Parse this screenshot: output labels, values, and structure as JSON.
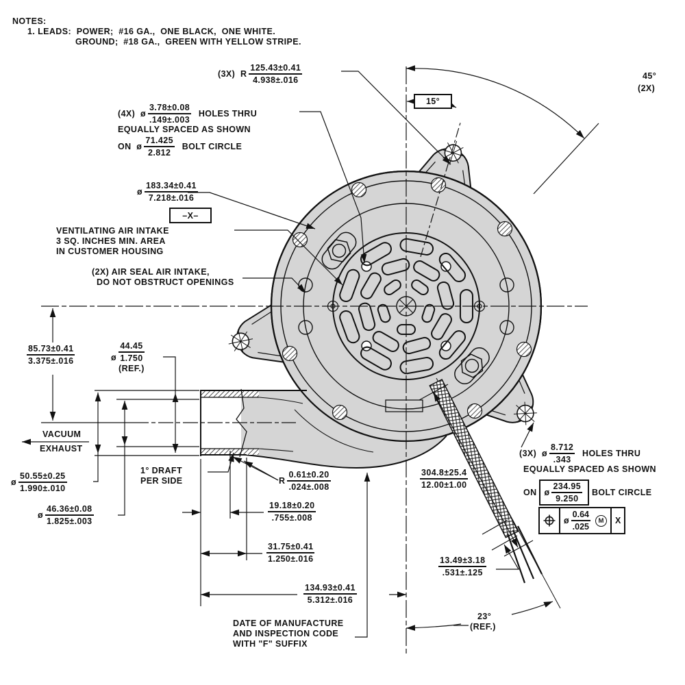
{
  "drawing": {
    "notes": {
      "title": "NOTES:",
      "line1": "1. LEADS:  POWER;  #16 GA.,  ONE BLACK,  ONE WHITE.",
      "line2": "GROUND;  #18 GA.,  GREEN WITH YELLOW STRIPE."
    },
    "callouts": {
      "radius_ears": {
        "prefix": "(3X)  R",
        "mm": "125.43±0.41",
        "inch": "4.938±.016"
      },
      "holes_small": {
        "prefix": "(4X)  ø",
        "mm": "3.78±0.08",
        "inch": ".149±.003",
        "suffix": "  HOLES THRU",
        "line2": "EQUALLY SPACED AS SHOWN",
        "line3_pre": "ON  ø",
        "bc_mm": "71.425",
        "bc_inch": "2.812",
        "line3_post": "  BOLT CIRCLE"
      },
      "dia_body": {
        "prefix": "ø",
        "mm": "183.34±0.41",
        "inch": "7.218±.016",
        "datum": "–X–"
      },
      "vent": [
        "VENTILATING AIR INTAKE",
        "3 SQ. INCHES MIN. AREA",
        "IN CUSTOMER HOUSING"
      ],
      "airseal": [
        "(2X) AIR SEAL AIR INTAKE,",
        "DO NOT OBSTRUCT OPENINGS"
      ],
      "vacuum": [
        "VACUUM",
        "EXHAUST"
      ],
      "draft": [
        "1° DRAFT",
        "PER SIDE"
      ],
      "radius_fillet": {
        "prefix": "R",
        "mm": "0.61±0.20",
        "inch": ".024±.008"
      },
      "holes_mount": {
        "prefix": "(3X)  ø",
        "mm": "8.712",
        "inch": ".343",
        "suffix": "  HOLES THRU",
        "line2": "EQUALLY SPACED AS SHOWN",
        "line3_pre": "ON ",
        "bc_prefix": "ø",
        "bc_mm": "234.95",
        "bc_inch": "9.250",
        "line3_post": " BOLT CIRCLE"
      },
      "fcf": {
        "prefix": "ø",
        "mm": "0.64",
        "inch": ".025",
        "modifier": "M",
        "datum": "X"
      },
      "datecode": [
        "DATE OF MANUFACTURE",
        "AND INSPECTION CODE",
        "WITH \"F\" SUFFIX"
      ]
    },
    "dims": {
      "d85": {
        "mm": "85.73±0.41",
        "inch": "3.375±.016"
      },
      "d44": {
        "prefix": "ø",
        "mm": "44.45",
        "inch": "1.750",
        "suffix": "(REF.)"
      },
      "d50": {
        "prefix": "ø",
        "mm": "50.55±0.25",
        "inch": "1.990±.010"
      },
      "d46": {
        "prefix": "ø",
        "mm": "46.36±0.08",
        "inch": "1.825±.003"
      },
      "d19": {
        "mm": "19.18±0.20",
        "inch": ".755±.008"
      },
      "d31": {
        "mm": "31.75±0.41",
        "inch": "1.250±.016"
      },
      "d134": {
        "mm": "134.93±0.41",
        "inch": "5.312±.016"
      },
      "d304": {
        "mm": "304.8±25.4",
        "inch": "12.00±1.00"
      },
      "d13": {
        "mm": "13.49±3.18",
        "inch": ".531±.125"
      }
    },
    "angles": {
      "a45": "45°",
      "a45_qty": "(2X)",
      "a15": "15°",
      "a23": "23°",
      "a23_ref": "(REF.)"
    },
    "colors": {
      "line": "#111111",
      "body_fill": "#d5d5d5",
      "background": "#ffffff"
    }
  }
}
